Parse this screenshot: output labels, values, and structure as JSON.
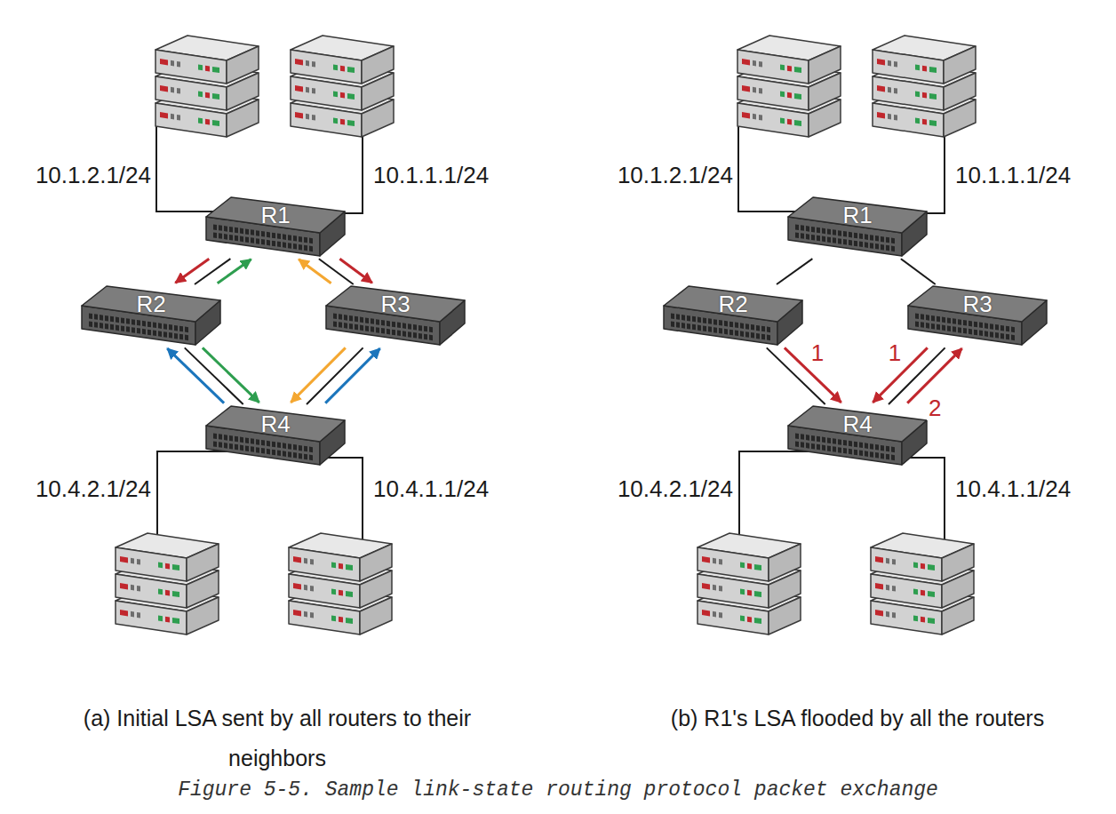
{
  "diagram": {
    "caption": "Figure 5-5. Sample link-state routing protocol packet exchange",
    "nodes": [
      {
        "text": [
          "R1"
        ]
      },
      {
        "text": [
          "R2"
        ]
      },
      {
        "text": [
          "R3"
        ]
      },
      {
        "text": [
          "R4"
        ]
      },
      {
        "text": [
          "R1"
        ]
      },
      {
        "text": [
          "R2"
        ]
      },
      {
        "text": [
          "R3"
        ]
      },
      {
        "text": [
          "R4"
        ]
      }
    ],
    "edges": [
      {
        "from": 0,
        "to": 1,
        "arrow": "none"
      },
      {
        "from": 0,
        "to": 1,
        "arrow": "to"
      },
      {
        "from": 1,
        "to": 0,
        "arrow": "to"
      },
      {
        "from": 0,
        "to": 2,
        "arrow": "none"
      },
      {
        "from": 0,
        "to": 2,
        "arrow": "to"
      },
      {
        "from": 2,
        "to": 0,
        "arrow": "to"
      },
      {
        "from": 1,
        "to": 3,
        "arrow": "none"
      },
      {
        "from": 1,
        "to": 3,
        "arrow": "to"
      },
      {
        "from": 3,
        "to": 1,
        "arrow": "to"
      },
      {
        "from": 2,
        "to": 3,
        "arrow": "none"
      },
      {
        "from": 2,
        "to": 3,
        "arrow": "to"
      },
      {
        "from": 3,
        "to": 2,
        "arrow": "to"
      },
      {
        "from": 4,
        "to": 5,
        "arrow": "none"
      },
      {
        "from": 4,
        "to": 6,
        "arrow": "none"
      },
      {
        "from": 5,
        "to": 7,
        "arrow": "none"
      },
      {
        "from": 5,
        "to": 7,
        "arrow": "to",
        "label": "1"
      },
      {
        "from": 6,
        "to": 7,
        "arrow": "none"
      },
      {
        "from": 6,
        "to": 7,
        "arrow": "to",
        "label": "1"
      },
      {
        "from": 7,
        "to": 6,
        "arrow": "to",
        "label": "2"
      }
    ],
    "labels": [
      "10.1.2.1/24",
      "10.1.1.1/24",
      "10.4.2.1/24",
      "10.4.1.1/24",
      "10.1.2.1/24",
      "10.1.1.1/24",
      "10.4.2.1/24",
      "10.4.1.1/24",
      "(a) Initial LSA sent by all routers to their neighbors",
      "(b) R1's LSA flooded by all the routers"
    ]
  }
}
